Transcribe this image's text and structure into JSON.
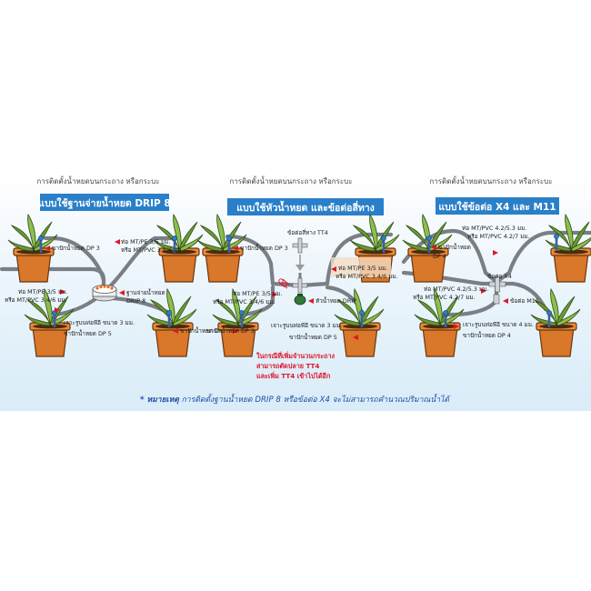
{
  "colors": {
    "title_bg": "#2a7fc9",
    "pipe": "#7a7f86",
    "pot": "#d9772a",
    "leaf": "#6a9a35",
    "accent_red": "#e0162b",
    "note_blue": "#1e4fa3"
  },
  "panels": [
    {
      "heading": "การติดตั้งน้ำหยดบนกระถาง หรือกระบะ",
      "title": "แบบใช้ฐานจ่ายน้ำหยด DRIP 8",
      "labels": {
        "dripper_top": "ขาปักน้ำหยด DP 3",
        "pipe_pe_1": "ท่อ MT/PE 3/5 มม.",
        "pipe_pvc_1": "หรือ MT/PVC 3.4/6 มม.",
        "pipe_pe_2": "ท่อ MT/PE 3/5 มม.",
        "pipe_pvc_2": "หรือ MT/PVC 3.4/6 มม.",
        "base_1": "ฐานจ่ายน้ำหยด",
        "base_2": "DRIP 8",
        "drill": "เจาะรูบนท่อพีอี ขนาด 3 มม.",
        "dripper_bottom_left": "ขาปักน้ำหยด DP 5",
        "dripper_bottom_right": "ขาปักน้ำหยด DP 5"
      }
    },
    {
      "heading": "การติดตั้งน้ำหยดบนกระถาง หรือกระบะ",
      "title": "แบบใช้หัวน้ำหยด และข้อต่อสี่ทาง",
      "labels": {
        "cross": "ข้อต่อสี่ทาง TT4",
        "dripper_top": "ขาปักน้ำหยด DP 3",
        "pipe_pe_1": "ท่อ MT/PE 3/5 มม.",
        "pipe_pvc_1": "หรือ MT/PVC 3.4/6 มม.",
        "pipe_pe_2": "ท่อ MT/PE 3/5 มม.",
        "pipe_pvc_2": "หรือ MT/PVC 3.4/6 มม.",
        "drip_head": "หัวน้ำหยด DRIP",
        "drill": "เจาะรูบนท่อพีอี ขนาด 3 มม.",
        "dripper_bottom": "ขาปักน้ำหยด DP 5",
        "note_1": "ในกรณีที่เพิ่มจำนวนกระถาง",
        "note_2": "สามารถตัดปลาย TT4",
        "note_3": "และเพิ่ม TT4 เข้าไปได้อีก"
      }
    },
    {
      "heading": "การติดตั้งน้ำหยดบนกระถาง หรือกระบะ",
      "title": "แบบใช้ข้อต่อ X4 และ M11",
      "labels": {
        "pipe_pvc_top_1": "ท่อ MT/PVC 4.2/5.3 มม.",
        "pipe_pvc_top_2": "หรือ MT/PVC 4.2/7 มม.",
        "dripper_top": "ขาปักน้ำหยด",
        "dripper_top_2": "DP 4",
        "x4": "ข้อต่อ X4",
        "pipe_pvc_mid_1": "ท่อ MT/PVC 4.2/5.3 มม.",
        "pipe_pvc_mid_2": "หรือ MT/PVC 4.2/7 มม.",
        "m11": "ข้อต่อ M11",
        "drill": "เจาะรูบนท่อพีอี ขนาด 4 มม.",
        "dripper_bottom": "ขาปักน้ำหยด DP 4"
      }
    }
  ],
  "footnote": {
    "prefix": "* หมายเหตุ",
    "text": " การติดตั้งฐานน้ำหยด DRIP 8 หรือข้อต่อ X4 จะไม่สามารถคำนวณปริมาณน้ำได้"
  }
}
